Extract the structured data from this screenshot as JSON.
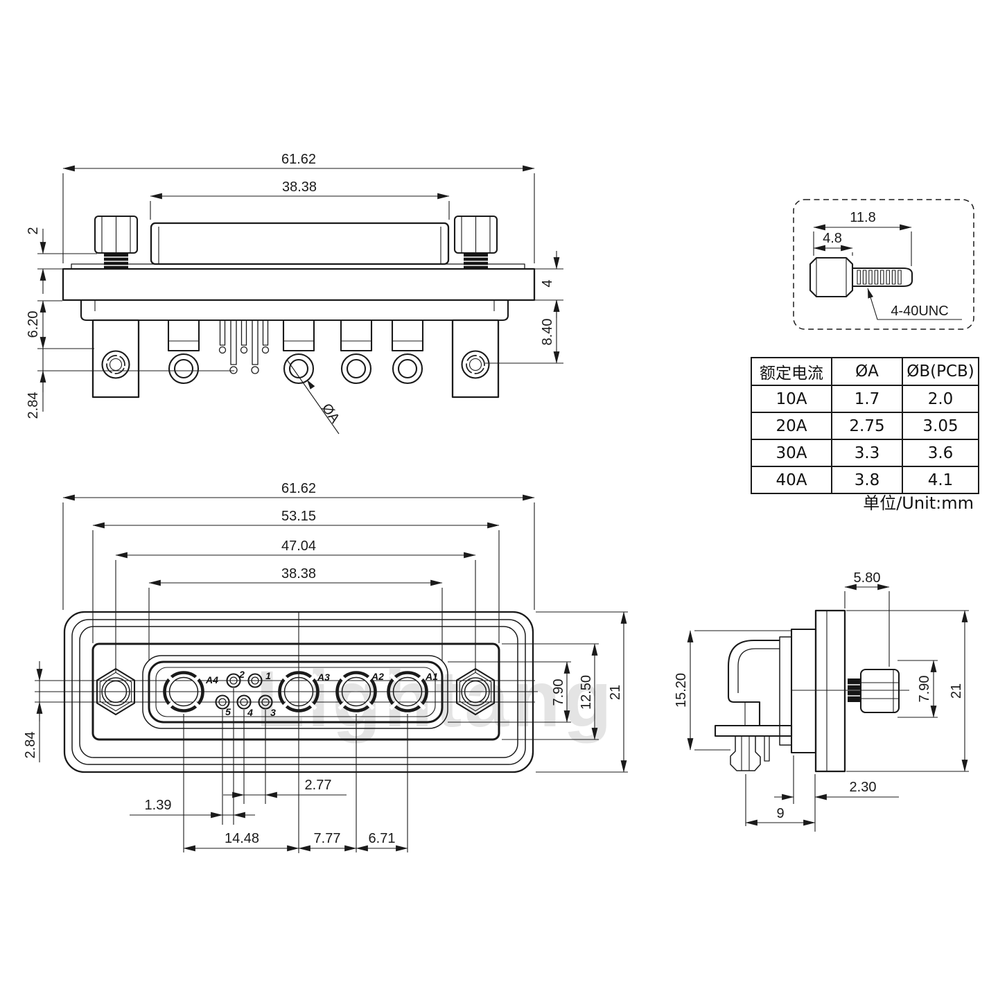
{
  "top_view": {
    "dim_overall": "61.62",
    "dim_shell": "38.38",
    "dim_thread_gap": "2",
    "dim_flange": "4",
    "dim_body_h": "6.20",
    "dim_pin_step": "2.84",
    "dim_pin_len": "8.40",
    "phi_label": "ØA"
  },
  "screw_detail": {
    "dim_total": "11.8",
    "dim_head": "4.8",
    "thread_spec": "4-40UNC"
  },
  "spec_table": {
    "col_current": "额定电流",
    "col_phi_a": "ØA",
    "col_phi_b": "ØB(PCB)",
    "rows": [
      {
        "current": "10A",
        "phi_a": "1.7",
        "phi_b": "2.0"
      },
      {
        "current": "20A",
        "phi_a": "2.75",
        "phi_b": "3.05"
      },
      {
        "current": "30A",
        "phi_a": "3.3",
        "phi_b": "3.6"
      },
      {
        "current": "40A",
        "phi_a": "3.8",
        "phi_b": "4.1"
      }
    ],
    "unit_note": "单位/Unit:mm"
  },
  "front_view": {
    "dim_overall": "61.62",
    "dim_faceplate_w": "53.15",
    "dim_nut_span": "47.04",
    "dim_shell_w": "38.38",
    "dim_row_offset": "2.84",
    "dim_shell_h": "7.90",
    "dim_faceplate_h": "12.50",
    "dim_height": "21",
    "dim_pin_pitch": "2.77",
    "dim_pin_offset": "1.39",
    "dim_a4_a3": "14.48",
    "dim_a3_a2": "7.77",
    "dim_a2_a1": "6.71",
    "pins": {
      "a4": "A4",
      "p2": "2",
      "p1": "1",
      "p5": "5",
      "p4": "4",
      "p3": "3",
      "a3": "A3",
      "a2": "A2",
      "a1": "A1"
    }
  },
  "side_view": {
    "dim_protrusion": "5.80",
    "dim_body_h": "15.20",
    "dim_screw_h": "7.90",
    "dim_height": "21",
    "dim_flange_offset": "2.30",
    "dim_pin_offset": "9"
  },
  "watermark": "Lightang"
}
